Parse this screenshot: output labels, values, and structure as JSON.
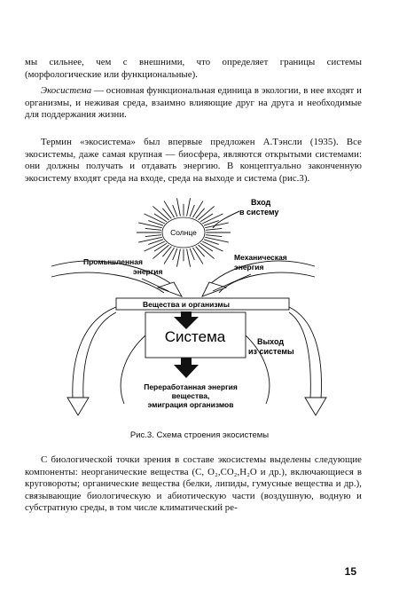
{
  "paragraphs": {
    "top": "мы сильнее, чем с внешними, что определяет границы системы (морфологические или функциональные).",
    "ecosystem_term": "Экосистема",
    "ecosystem_rest": " — основная функциональная единица в экологии, в нее входят и организмы, и неживая среда, взаимно влияющие друг на друга и необходимые для поддержания жизни.",
    "term_history": "Термин «экосистема» был впервые предложен А.Тэнсли (1935). Все экосистемы, даже самая крупная — биосфера, являются открытыми системами: они должны получать и отдавать энергию. В концептуально законченную экосистему входят среда на входе, среда на выходе и система (рис.3).",
    "bottom": "С биологической точки зрения в составе экосистемы выделены следующие компоненты: неорганические вещества (С, O₂,CO₂,H₂O и др.), включающиеся в круговороты; органические вещества (белки, липиды, гумусные вещества и др.), связывающие биологическую и абиотическую части (воздушную, водную и субстратную среды, в том числе климатический ре-"
  },
  "figure": {
    "input_label_1": "Вход",
    "input_label_2": "в систему",
    "sun_label": "Солнце",
    "industrial_label_1": "Промышленная",
    "industrial_label_2": "энергия",
    "mechanical_label_1": "Механическая",
    "mechanical_label_2": "энергия",
    "substances_label": "Вещества и организмы",
    "system_label": "Система",
    "output_label_1": "Выход",
    "output_label_2": "из системы",
    "processed_label_1": "Переработанная энергия",
    "processed_label_2": "вещества,",
    "processed_label_3": "эмиграция организмов"
  },
  "caption": "Рис.3. Схема строения экосистемы",
  "page_number": "15"
}
